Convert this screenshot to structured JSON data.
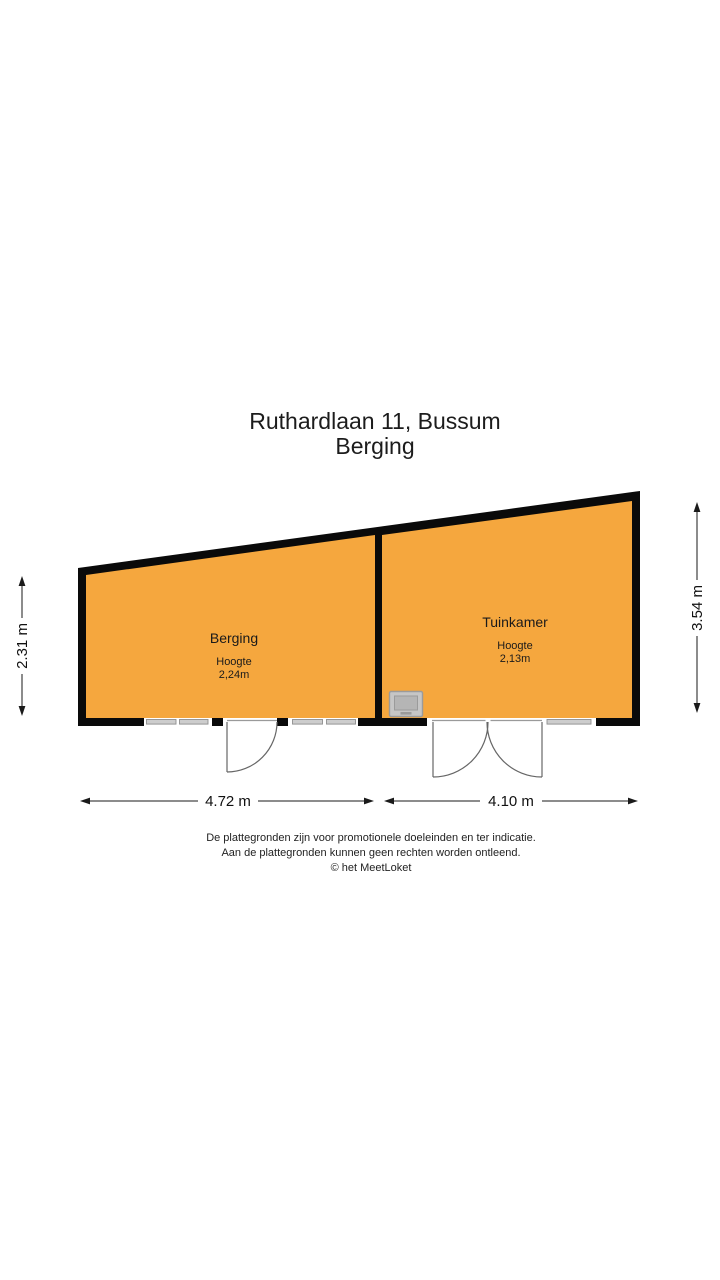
{
  "title": {
    "line1": "Ruthardlaan 11, Bussum",
    "line2": "Berging"
  },
  "rooms": [
    {
      "name": "Berging",
      "height_label": "Hoogte",
      "height_value": "2,24m"
    },
    {
      "name": "Tuinkamer",
      "height_label": "Hoogte",
      "height_value": "2,13m"
    }
  ],
  "dimensions": {
    "left_height": "2.31 m",
    "right_height": "3.54 m",
    "bottom_left_width": "4.72 m",
    "bottom_right_width": "4.10 m"
  },
  "footer": {
    "line1": "De plattegronden zijn voor promotionele doeleinden en ter indicatie.",
    "line2": "Aan de plattegronden kunnen geen rechten worden ontleend.",
    "line3": "© het MeetLoket"
  },
  "colors": {
    "room_fill": "#F5A73E",
    "wall": "#0A0A0A",
    "window_fill": "#CDCDCD"
  }
}
